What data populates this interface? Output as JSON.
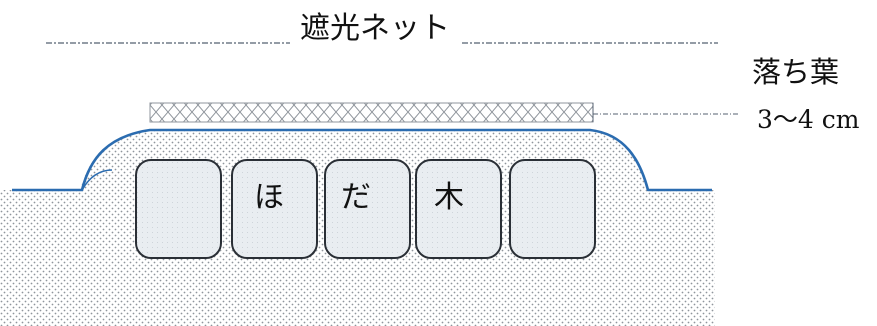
{
  "labels": {
    "shade_net": "遮光ネット",
    "fallen_leaves": "落ち葉",
    "depth": "3～4 cm",
    "log_chars": [
      "ほ",
      "だ",
      "木"
    ]
  },
  "colors": {
    "outline_blue": "#2b6cb0",
    "dot": "#8f959c",
    "log_fill": "#e9edf1",
    "log_stroke": "#2a2f36",
    "hatch": "#8f959c",
    "dash": "#556070"
  }
}
